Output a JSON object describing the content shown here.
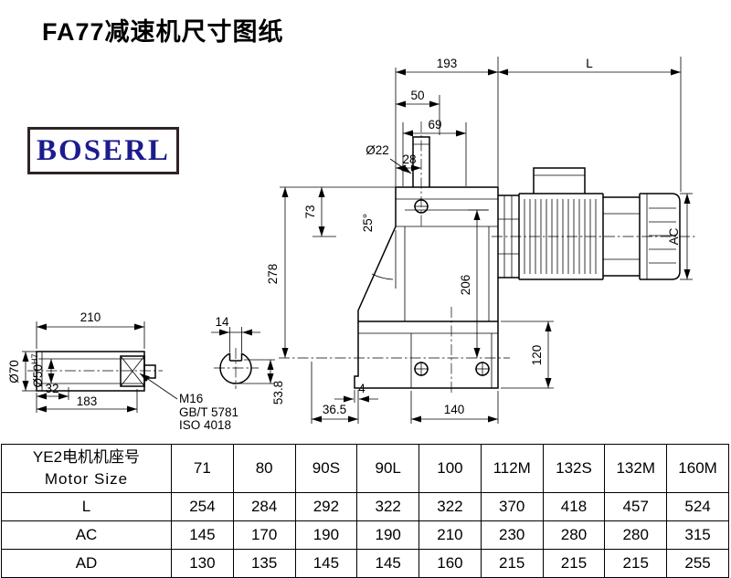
{
  "title": "FA77减速机尺寸图纸",
  "logo": "BOSERL",
  "drawing": {
    "dim_193": "193",
    "dim_L": "L",
    "dim_50": "50",
    "dim_69": "69",
    "dim_d22": "Ø22",
    "dim_28": "28",
    "dim_73": "73",
    "dim_angle": "25°",
    "dim_278": "278",
    "dim_206": "206",
    "dim_AC": "AC",
    "dim_120": "120",
    "dim_4": "4",
    "dim_36_5": "36.5",
    "dim_140": "140",
    "dim_210": "210",
    "dim_14": "14",
    "dim_d70": "Ø70",
    "dim_d50": "Ø50",
    "dim_d50_sup": "H7",
    "dim_32": "32",
    "dim_183": "183",
    "dim_53_8": "53.8",
    "note_m16": "M16",
    "note_gb": "GB/T 5781",
    "note_iso": "ISO 4018"
  },
  "table": {
    "header": {
      "line1": "YE2电机机座号",
      "line2": "Motor Size"
    },
    "columns": [
      "71",
      "80",
      "90S",
      "90L",
      "100",
      "112M",
      "132S",
      "132M",
      "160M"
    ],
    "rows": [
      {
        "label": "L",
        "values": [
          "254",
          "284",
          "292",
          "322",
          "322",
          "370",
          "418",
          "457",
          "524"
        ]
      },
      {
        "label": "AC",
        "values": [
          "145",
          "170",
          "190",
          "190",
          "210",
          "230",
          "280",
          "280",
          "315"
        ]
      },
      {
        "label": "AD",
        "values": [
          "130",
          "135",
          "145",
          "145",
          "160",
          "215",
          "215",
          "215",
          "255"
        ]
      }
    ]
  }
}
